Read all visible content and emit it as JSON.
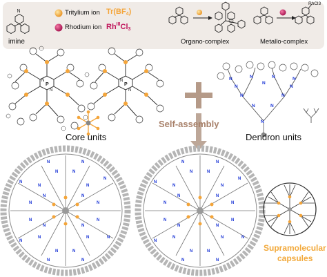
{
  "legend": {
    "imine": "imine",
    "tritylium_label": "Tritylium ion",
    "tritylium_formula_main": "Tr(BF",
    "tritylium_formula_sub": "4",
    "tritylium_formula_close": ")",
    "rhodium_label": "Rhodium ion",
    "rhodium_formula_main": "Rh",
    "rhodium_formula_sup": "III",
    "rhodium_formula_tail": "Cl",
    "rhodium_formula_sub": "3",
    "organo_complex": "Organo-complex",
    "metallo_complex": "Metallo-complex",
    "rhcl3_label": "RhCl3",
    "imine_atom": "N"
  },
  "scheme": {
    "core_units": "Core units",
    "self_assembly": "Self-assembly",
    "dendron_units": "Dendron units",
    "supramolecular": "Supramolecular",
    "capsules": "capsules"
  },
  "colors": {
    "legend_bg": "#f0ebe7",
    "tritylium": "#f4a53a",
    "rhodium": "#c0175c",
    "self_assembly": "#a8816a",
    "nitrogen": "#1a35d6",
    "supramolecular": "#f2a93b"
  }
}
